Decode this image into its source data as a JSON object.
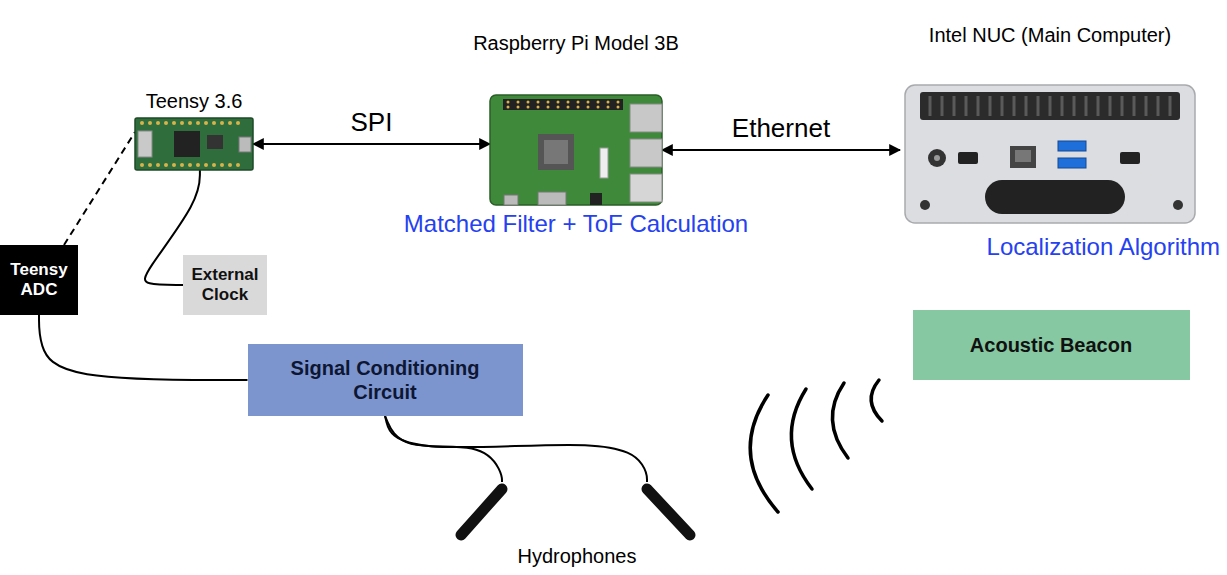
{
  "diagram": {
    "nodes": [
      {
        "text": [
          "Teensy 3.6"
        ]
      },
      {
        "text": [
          "Raspberry Pi Model 3B",
          "Matched Filter + ToF Calculation"
        ]
      },
      {
        "text": [
          "Intel NUC (Main Computer)",
          "Localization Algorithm"
        ]
      },
      {
        "text": [
          "Teensy ADC"
        ]
      },
      {
        "text": [
          "External Clock"
        ]
      },
      {
        "text": [
          "Acoustic Beacon"
        ]
      },
      {
        "text": [
          "Signal Conditioning Circuit"
        ]
      },
      {
        "text": [
          "Hydrophones"
        ]
      }
    ],
    "edges": [
      {
        "from": 0,
        "to": 1,
        "label": "SPI",
        "arrow": "both"
      },
      {
        "from": 1,
        "to": 2,
        "label": "Ethernet",
        "arrow": "both"
      },
      {
        "from": 0,
        "to": 4,
        "arrow": "none"
      },
      {
        "from": 3,
        "to": 0,
        "arrow": "none"
      },
      {
        "from": 3,
        "to": 6,
        "arrow": "none"
      },
      {
        "from": 6,
        "to": 7,
        "arrow": "none"
      },
      {
        "from": 6,
        "to": 7,
        "arrow": "none"
      }
    ]
  }
}
